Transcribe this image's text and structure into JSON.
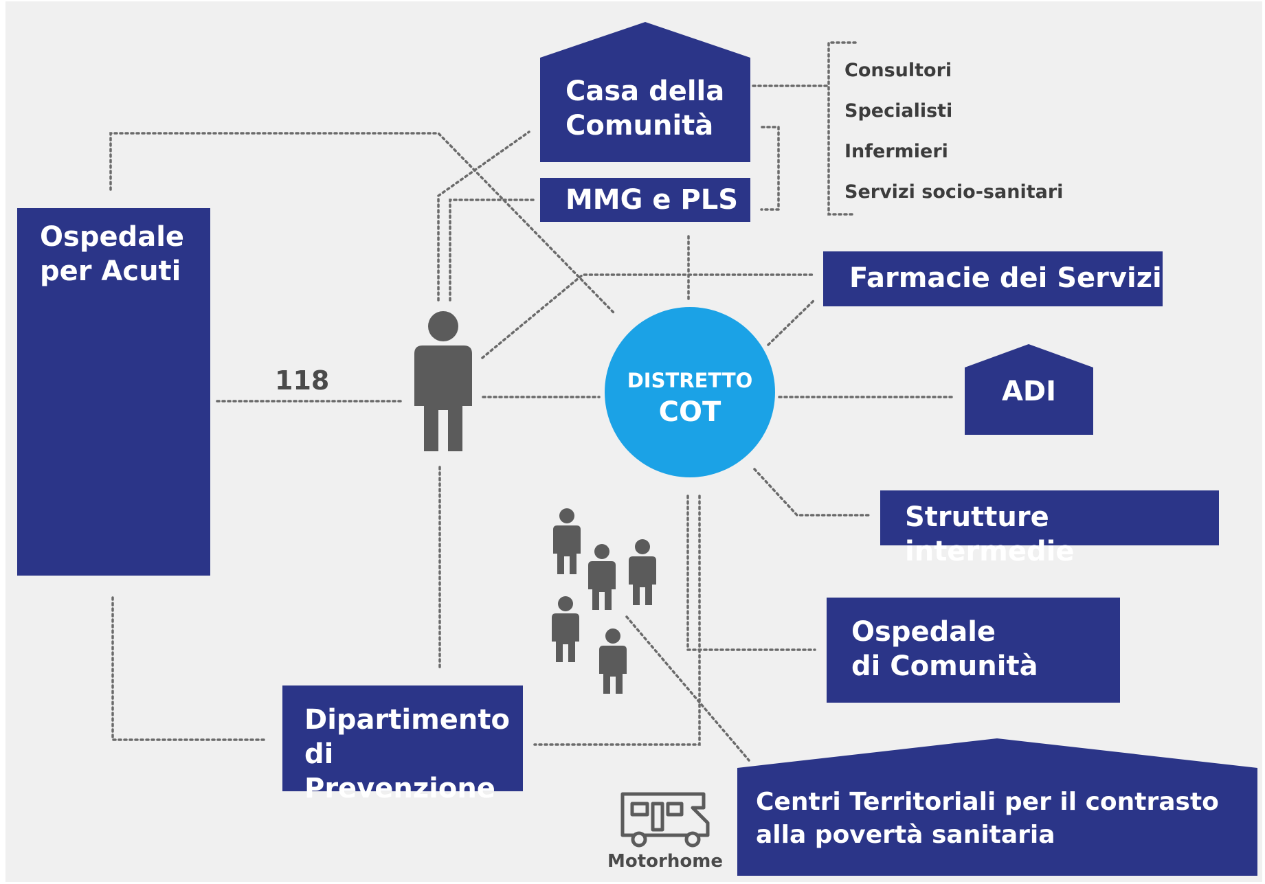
{
  "diagram": {
    "colors": {
      "box": "#2b3588",
      "circle": "#1ba2e6",
      "icon": "#5b5b5b",
      "line": "#6a6a6a",
      "background": "#f0f0f0"
    },
    "nodes": {
      "casa_comunita": {
        "lines": [
          "Casa della",
          "Comunità"
        ]
      },
      "mmg_pls": {
        "label": "MMG e PLS"
      },
      "ospedale_acuti": {
        "lines": [
          "Ospedale",
          "per Acuti"
        ]
      },
      "farmacie": {
        "label": "Farmacie dei Servizi"
      },
      "adi": {
        "label": "ADI"
      },
      "strutture": {
        "label": "Strutture intermedie"
      },
      "ospedale_comunita": {
        "lines": [
          "Ospedale",
          "di Comunità"
        ]
      },
      "dipartimento": {
        "lines": [
          "Dipartimento",
          "di Prevenzione"
        ]
      },
      "centri": {
        "lines": [
          "Centri Territoriali per il contrasto",
          "alla povertà sanitaria"
        ]
      },
      "distretto": {
        "line1": "DISTRETTO",
        "line2": "COT"
      }
    },
    "casa_services": [
      "Consultori",
      "Specialisti",
      "Infermieri",
      "Servizi socio-sanitari"
    ],
    "link_118": "118",
    "motorhome": {
      "label": "Motorhome",
      "icon": "motorhome-icon"
    },
    "icons": {
      "person": "person-icon",
      "community": "people-group-icon"
    }
  }
}
